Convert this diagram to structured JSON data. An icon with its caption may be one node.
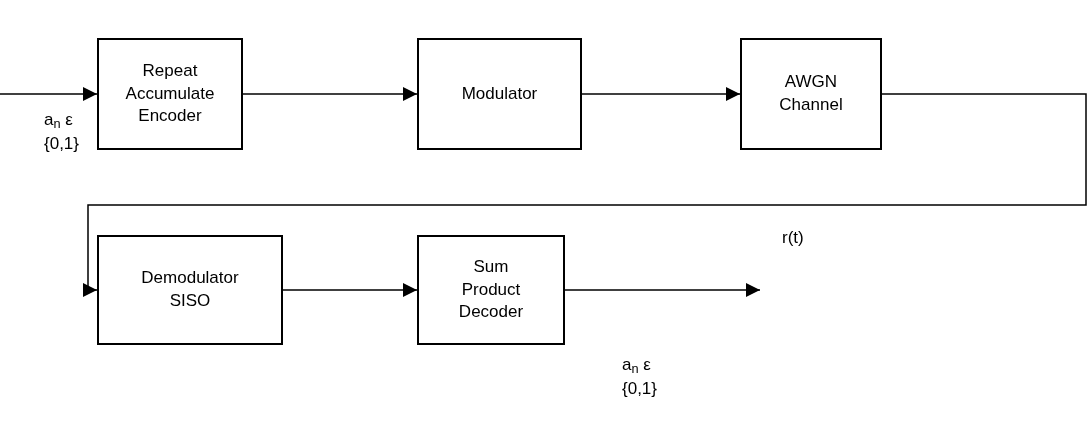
{
  "diagram": {
    "nodes": [
      {
        "text": [
          "Repeat Accumulate Encoder"
        ]
      },
      {
        "text": [
          "Modulator"
        ]
      },
      {
        "text": [
          "AWGN Channel"
        ]
      },
      {
        "text": [
          "Demodulator SISO"
        ]
      },
      {
        "text": [
          "Sum Product Decoder"
        ]
      }
    ],
    "edges": [
      {
        "from": null,
        "to": 0,
        "arrow": "to"
      },
      {
        "from": 0,
        "to": 1,
        "arrow": "to"
      },
      {
        "from": 1,
        "to": 2,
        "arrow": "to"
      },
      {
        "from": 2,
        "to": 3,
        "arrow": "to"
      },
      {
        "from": 3,
        "to": 4,
        "arrow": "to"
      },
      {
        "from": 4,
        "to": null,
        "arrow": "to"
      }
    ],
    "labels": [
      "a$_{n}$ ε {0,1}",
      "r(t)",
      "a$_{n}$ ε {0,1}"
    ]
  }
}
